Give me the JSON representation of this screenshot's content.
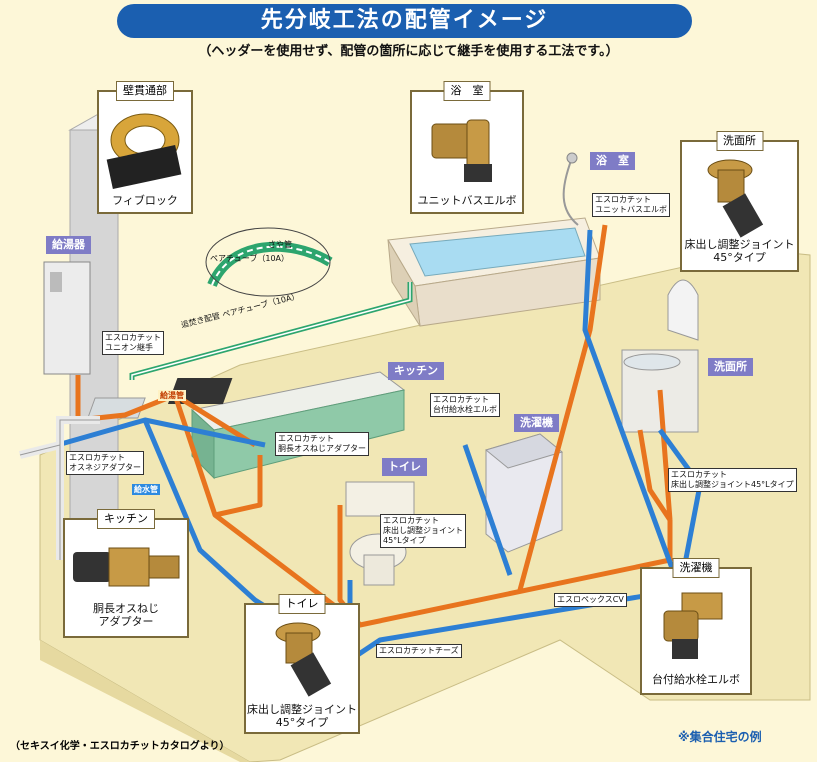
{
  "title": "先分岐工法の配管イメージ",
  "subtitle": "（ヘッダーを使用せず、配管の箇所に応じて継手を使用する工法です。）",
  "callouts": {
    "wall": {
      "caption": "壁貫通部",
      "label": "フィブロック"
    },
    "bath": {
      "caption": "浴　室",
      "label": "ユニットバスエルボ"
    },
    "washroom": {
      "caption": "洗面所",
      "label1": "床出し調整ジョイント",
      "label2": "45°タイプ"
    },
    "kitchen": {
      "caption": "キッチン",
      "label1": "胴長オスねじ",
      "label2": "アダプター"
    },
    "toilet": {
      "caption": "トイレ",
      "label1": "床出し調整ジョイント",
      "label2": "45°タイプ"
    },
    "laundry": {
      "caption": "洗濯機",
      "label": "台付給水栓エルボ"
    }
  },
  "rooms": {
    "water_heater": "給湯器",
    "bath": "浴　室",
    "washroom": "洗面所",
    "kitchen": "キッチン",
    "toilet": "トイレ",
    "laundry": "洗濯機"
  },
  "pipes": {
    "hot": "給湯管",
    "cold": "給水管"
  },
  "tags": {
    "saya": "さや管",
    "pair_tube": "ペアチューブ（10A）",
    "reheat": "追焚き配管 ペアチューブ（10A）",
    "union1": "エスロカチット",
    "union2": "ユニオン継手",
    "unitbath1": "エスロカチット",
    "unitbath2": "ユニットバスエルボ",
    "osuneji1": "エスロカチット",
    "osuneji2": "オスネジアダプター",
    "dounaga1": "エスロカチット",
    "dounaga2": "胴長オスねじアダプター",
    "daitsuki1": "エスロカチット",
    "daitsuki2": "台付給水栓エルボ",
    "toiletjoint1": "エスロカチット",
    "toiletjoint2": "床出し調整ジョイント",
    "toiletjoint3": "45°Lタイプ",
    "washjoint1": "エスロカチット",
    "washjoint2": "床出し調整ジョイント45°Lタイプ",
    "pex": "エスロペックスCV",
    "cheese": "エスロカチットチーズ"
  },
  "source": "（セキスイ化学・エスロカチットカタログより）",
  "note": "※集合住宅の例",
  "colors": {
    "title_bg": "#1b5fb0",
    "hot_pipe": "#e8741e",
    "cold_pipe": "#2d7fd4",
    "room_tag": "#7f7cc6",
    "floor": "#f1e7b5"
  }
}
